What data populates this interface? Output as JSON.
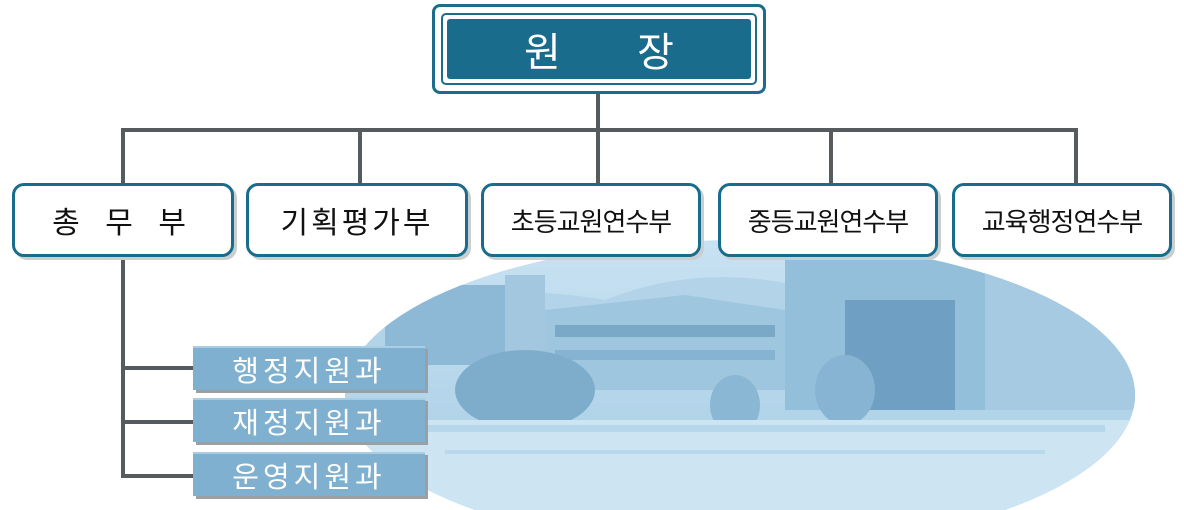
{
  "org_chart": {
    "director": {
      "label": "원      장"
    },
    "departments": [
      {
        "label": "총 무 부"
      },
      {
        "label": "기획평가부"
      },
      {
        "label": "초등교원연수부"
      },
      {
        "label": "중등교원연수부"
      },
      {
        "label": "교육행정연수부"
      }
    ],
    "sections": [
      {
        "label": "행정지원과"
      },
      {
        "label": "재정지원과"
      },
      {
        "label": "운영지원과"
      }
    ]
  },
  "colors": {
    "primary": "#1a6c8c",
    "connector": "#555b5e",
    "section_fill": "#7fb0cf",
    "photo_tint": "#a9cde3"
  }
}
